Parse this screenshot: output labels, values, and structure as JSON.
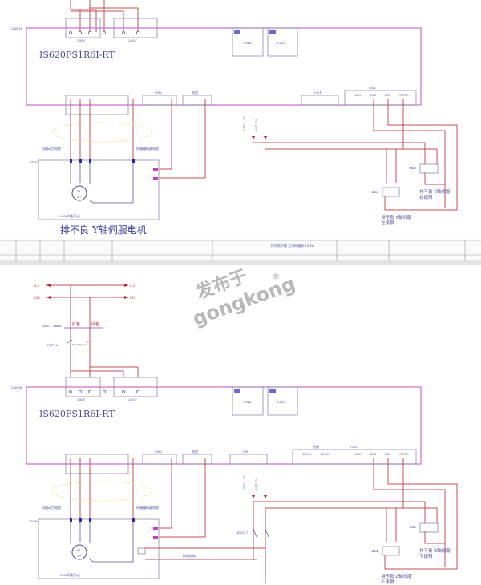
{
  "drawing_1": {
    "module_tag": "-7AN05",
    "model": "IS620FS1R6I-RT",
    "voltage_1": "230V",
    "voltage_2": "230V",
    "cn4": "CN4",
    "cn3": "CN3",
    "cn2": "CN2",
    "battery": "电池",
    "cn1_left": "CN1",
    "cn1_right": "CN1",
    "pins": [
      "DI9",
      "DI2",
      "DI1",
      "COM+"
    ],
    "power_cable": "伺服动力电缆",
    "encoder_cable": "伺服编码器电缆",
    "motor_tag": "T4M5",
    "motor_label": "100W伺服马达",
    "title": "排不良 Y轴伺服电机",
    "supply_24v": "24V1_29",
    "supply_0v": "0V1_29",
    "sensor_a_tag": "-B43",
    "sensor_a_label": [
      "排不良 Y轴伺服",
      "右极限"
    ],
    "sensor_b_tag": "-B42",
    "sensor_b_label": [
      "排不良 Y轴伺服",
      "左极限"
    ]
  },
  "title_block": {
    "description": "排不良 Y轴 五月伺服料 100W"
  },
  "supply": {
    "l1": "L1",
    "n1": "N1",
    "wire_spec": "BVR 1.5mm²",
    "red": "红色",
    "green": "绿色",
    "breaker": "-7QF16"
  },
  "drawing_2": {
    "module_tag": "-7AN06",
    "model": "IS620FS1R6I-RT",
    "voltage_1": "230V",
    "voltage_2": "230V",
    "cn4": "CN4",
    "cn3": "CN3",
    "cn2": "CN2",
    "battery": "电池",
    "cn1_left": "CN1",
    "brake_group": "抱闸",
    "cn1_right": "CN1",
    "pins": [
      "DO3+",
      "DO3-",
      "DI9",
      "DI2",
      "DI1",
      "COM+"
    ],
    "power_cable": "伺服动力电缆",
    "encoder_cable": "伺服编码器电缆",
    "brake_cable": "抱闸电缆",
    "relay": "K6027",
    "motor_tag": "T5M6",
    "motor_label": "100W伺服马达",
    "supply_24v": "24V1_29",
    "supply_0v": "0V1_29",
    "sensor_a_tag": "-B45",
    "sensor_a_label": [
      "排不良 Z轴伺服",
      "下极限"
    ],
    "sensor_b_tag": "-B44",
    "sensor_b_label": [
      "排不良 Z轴伺服",
      "上极限"
    ]
  },
  "watermark": {
    "line1": "发布于",
    "line2": "gongkong",
    "mark": "®"
  }
}
